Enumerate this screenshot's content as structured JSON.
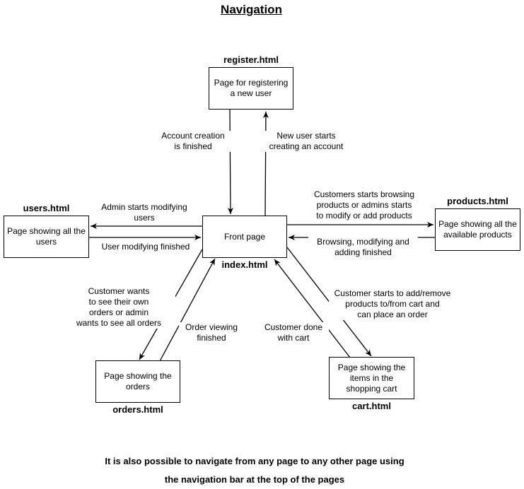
{
  "title": "Navigation",
  "nodes": {
    "register": {
      "file": "register.html",
      "text": "Page for registering a new user"
    },
    "users": {
      "file": "users.html",
      "text": "Page showing all the users"
    },
    "index": {
      "file": "index.html",
      "text": "Front page"
    },
    "products": {
      "file": "products.html",
      "text": "Page showing all the available products"
    },
    "orders": {
      "file": "orders.html",
      "text": "Page showing the orders"
    },
    "cart": {
      "file": "cart.html",
      "text": "Page showing the items in the shopping cart"
    }
  },
  "edges": {
    "index_to_register": "New user starts\ncreating an account",
    "register_to_index": "Account creation\nis finished",
    "index_to_users": "Admin starts modifying\nusers",
    "users_to_index": "User modifying finished",
    "index_to_products": "Customers starts browsing\nproducts or admins starts\nto modify or add products",
    "products_to_index": "Browsing, modifying and\nadding finished",
    "index_to_orders": "Customer wants\nto see their own\norders or admin\nwants to see all orders",
    "orders_to_index": "Order viewing\nfinished",
    "index_to_cart": "Customer starts to add/remove\nproducts to/from cart and\ncan place an order",
    "cart_to_index": "Customer done\nwith cart"
  },
  "footer": "It is also possible to navigate from any page to any other page using\nthe navigation bar at the top of the pages"
}
